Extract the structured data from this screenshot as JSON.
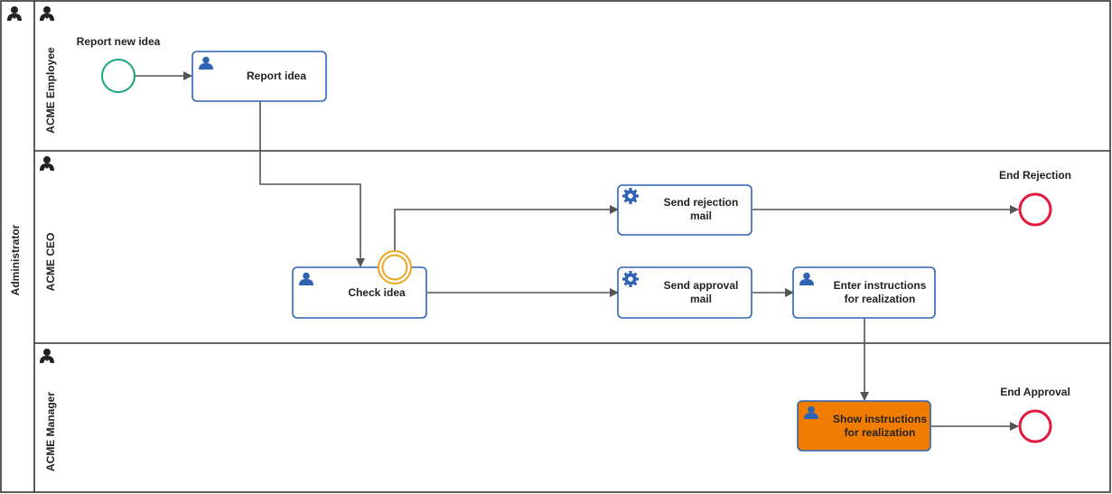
{
  "pool": {
    "name": "Administrator"
  },
  "lanes": [
    {
      "id": "employee",
      "name": "ACME Employee"
    },
    {
      "id": "ceo",
      "name": "ACME CEO"
    },
    {
      "id": "manager",
      "name": "ACME Manager"
    }
  ],
  "events": {
    "start": {
      "label": "Report new idea",
      "type": "start"
    },
    "end_rejection": {
      "label": "End Rejection",
      "type": "end"
    },
    "end_approval": {
      "label": "End Approval",
      "type": "end"
    }
  },
  "tasks": {
    "report_idea": {
      "lines": [
        "Report idea"
      ],
      "kind": "user"
    },
    "check_idea": {
      "lines": [
        "Check idea"
      ],
      "kind": "user"
    },
    "send_rejection": {
      "lines": [
        "Send rejection",
        "mail"
      ],
      "kind": "service"
    },
    "send_approval": {
      "lines": [
        "Send approval",
        "mail"
      ],
      "kind": "service"
    },
    "enter_instructions": {
      "lines": [
        "Enter instructions",
        "for realization"
      ],
      "kind": "user"
    },
    "show_instructions": {
      "lines": [
        "Show instructions",
        "for realization"
      ],
      "kind": "user",
      "active": true
    }
  },
  "colors": {
    "task_border": "#2f63b4",
    "active_task_fill": "#f07d00",
    "start_event": "#1aa57e",
    "end_event": "#e4173e",
    "boundary_event": "#e8a820",
    "flow": "#555555",
    "lane_border": "#333333"
  }
}
